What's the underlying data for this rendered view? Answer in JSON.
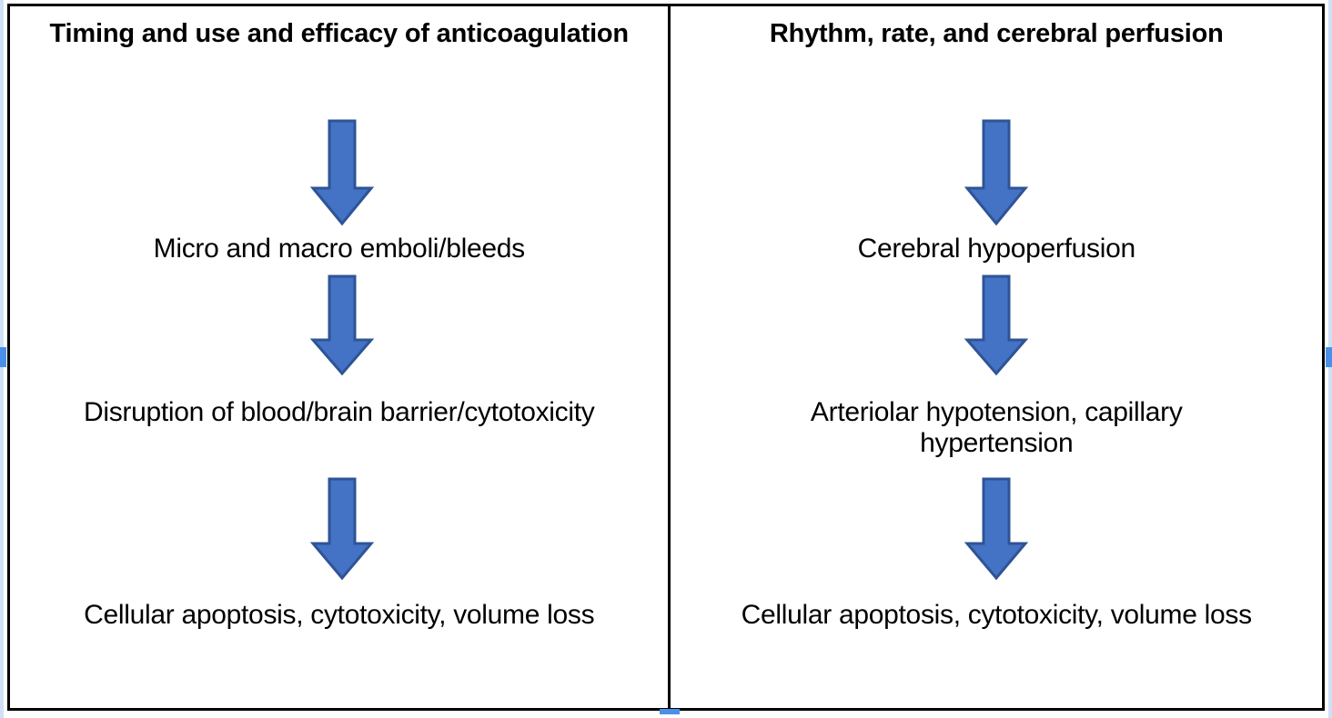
{
  "diagram": {
    "type": "two-column-flowchart",
    "border_color": "#000000",
    "background_color": "#ffffff",
    "arrow_fill_color": "#4472C4",
    "arrow_stroke_color": "#2E5496",
    "selection_handle_color": "#4A90E8",
    "panels": [
      {
        "id": "left",
        "title": "Timing and use and efficacy of anticoagulation",
        "steps": [
          "Micro and macro emboli/bleeds",
          "Disruption of blood/brain barrier/cytotoxicity",
          "Cellular apoptosis, cytotoxicity, volume loss"
        ],
        "arrow_count": 3
      },
      {
        "id": "right",
        "title": "Rhythm, rate, and cerebral perfusion",
        "steps": [
          "Cerebral hypoperfusion",
          "Arteriolar hypotension, capillary hypertension",
          "Cellular apoptosis, cytotoxicity, volume loss"
        ],
        "arrow_count": 3
      }
    ]
  }
}
